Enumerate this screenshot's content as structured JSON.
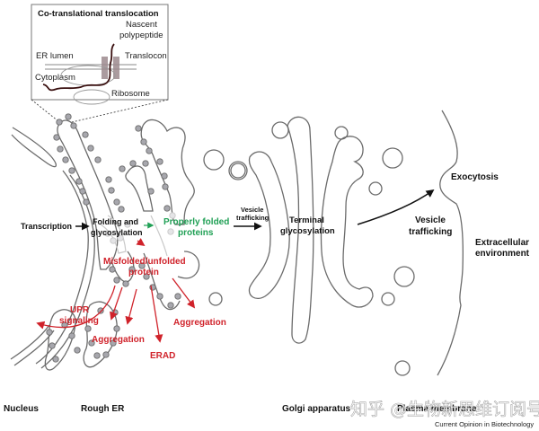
{
  "figure": {
    "inset": {
      "title": "Co-translational translocation",
      "labels": {
        "nascent_line1": "Nascent",
        "nascent_line2": "polypeptide",
        "er_lumen": "ER lumen",
        "translocon": "Translocon",
        "cytoplasm": "Cytoplasm",
        "ribosome": "Ribosome"
      }
    },
    "process_labels": {
      "transcription": "Transcription",
      "folding_line1": "Folding and",
      "folding_line2": "glycosylation",
      "properly_line1": "Properly folded",
      "properly_line2": "proteins",
      "misfolded_line1": "Misfolded/unfolded",
      "misfolded_line2": "protein",
      "upr_line1": "UPR",
      "upr_line2": "signaling",
      "aggregation_left": "Aggregation",
      "aggregation_right": "Aggregation",
      "erad": "ERAD",
      "vesicle_small_line1": "Vesicle",
      "vesicle_small_line2": "trafficking",
      "terminal_line1": "Terminal",
      "terminal_line2": "glycosylation",
      "vesicle_large_line1": "Vesicle",
      "vesicle_large_line2": "trafficking",
      "exocytosis": "Exocytosis",
      "extracellular_line1": "Extracellular",
      "extracellular_line2": "environment"
    },
    "compartments": {
      "nucleus": "Nucleus",
      "rough_er": "Rough ER",
      "golgi": "Golgi apparatus",
      "plasma_membrane": "Plasma membrane"
    },
    "credit": "Current Opinion in Biotechnology",
    "watermark": "知乎 @生物新思维订阅号",
    "colors": {
      "misfolded_red": "#d0222a",
      "folded_green": "#20a055",
      "membrane_gray": "#6b6b6b",
      "translocon_mauve": "#9c8a8e",
      "polypeptide": "#3a1010"
    }
  }
}
